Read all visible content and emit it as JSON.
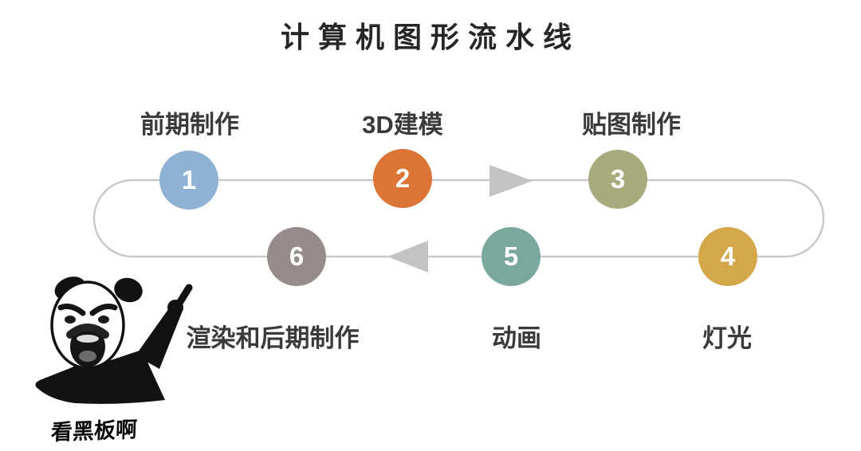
{
  "title": "计算机图形流水线",
  "pipeline": {
    "steps": [
      {
        "num": "1",
        "label": "前期制作",
        "color": "#8FB2D4"
      },
      {
        "num": "2",
        "label": "3D建模",
        "color": "#DB7435"
      },
      {
        "num": "3",
        "label": "贴图制作",
        "color": "#A8AC7C"
      },
      {
        "num": "4",
        "label": "灯光",
        "color": "#D5A74B"
      },
      {
        "num": "5",
        "label": "动画",
        "color": "#7AA89F"
      },
      {
        "num": "6",
        "label": "渲染和后期制作",
        "color": "#968D8B"
      }
    ],
    "flow": {
      "top_direction": "right",
      "bottom_direction": "left"
    },
    "track_color": "#C9C9C9",
    "arrow_color": "#C3C3C3"
  },
  "meme": {
    "caption": "看黑板啊"
  }
}
